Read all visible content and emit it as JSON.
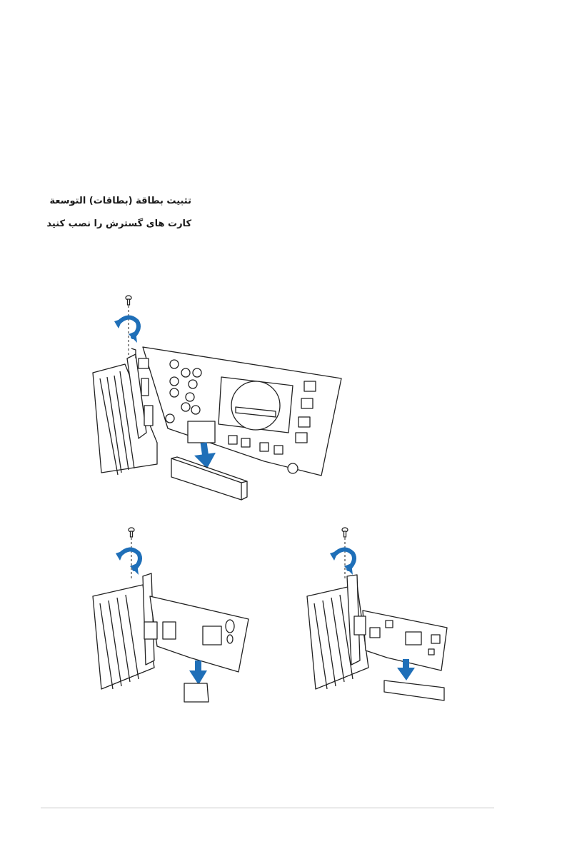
{
  "headings": {
    "arabic": "تثبيت بطاقة (بطاقات) التوسعة",
    "persian": "کارت های گسترش را نصب کنید"
  },
  "figures": {
    "large": "graphics-card-install-illustration",
    "small_left": "x1-card-install-illustration",
    "small_right": "pci-card-install-illustration"
  },
  "colors": {
    "arrow": "#1f6fb8",
    "line": "#222222",
    "footer_rule": "#c8c8c8"
  },
  "icons": [
    "screw-icon",
    "rotate-arrow-icon",
    "down-arrow-icon"
  ]
}
